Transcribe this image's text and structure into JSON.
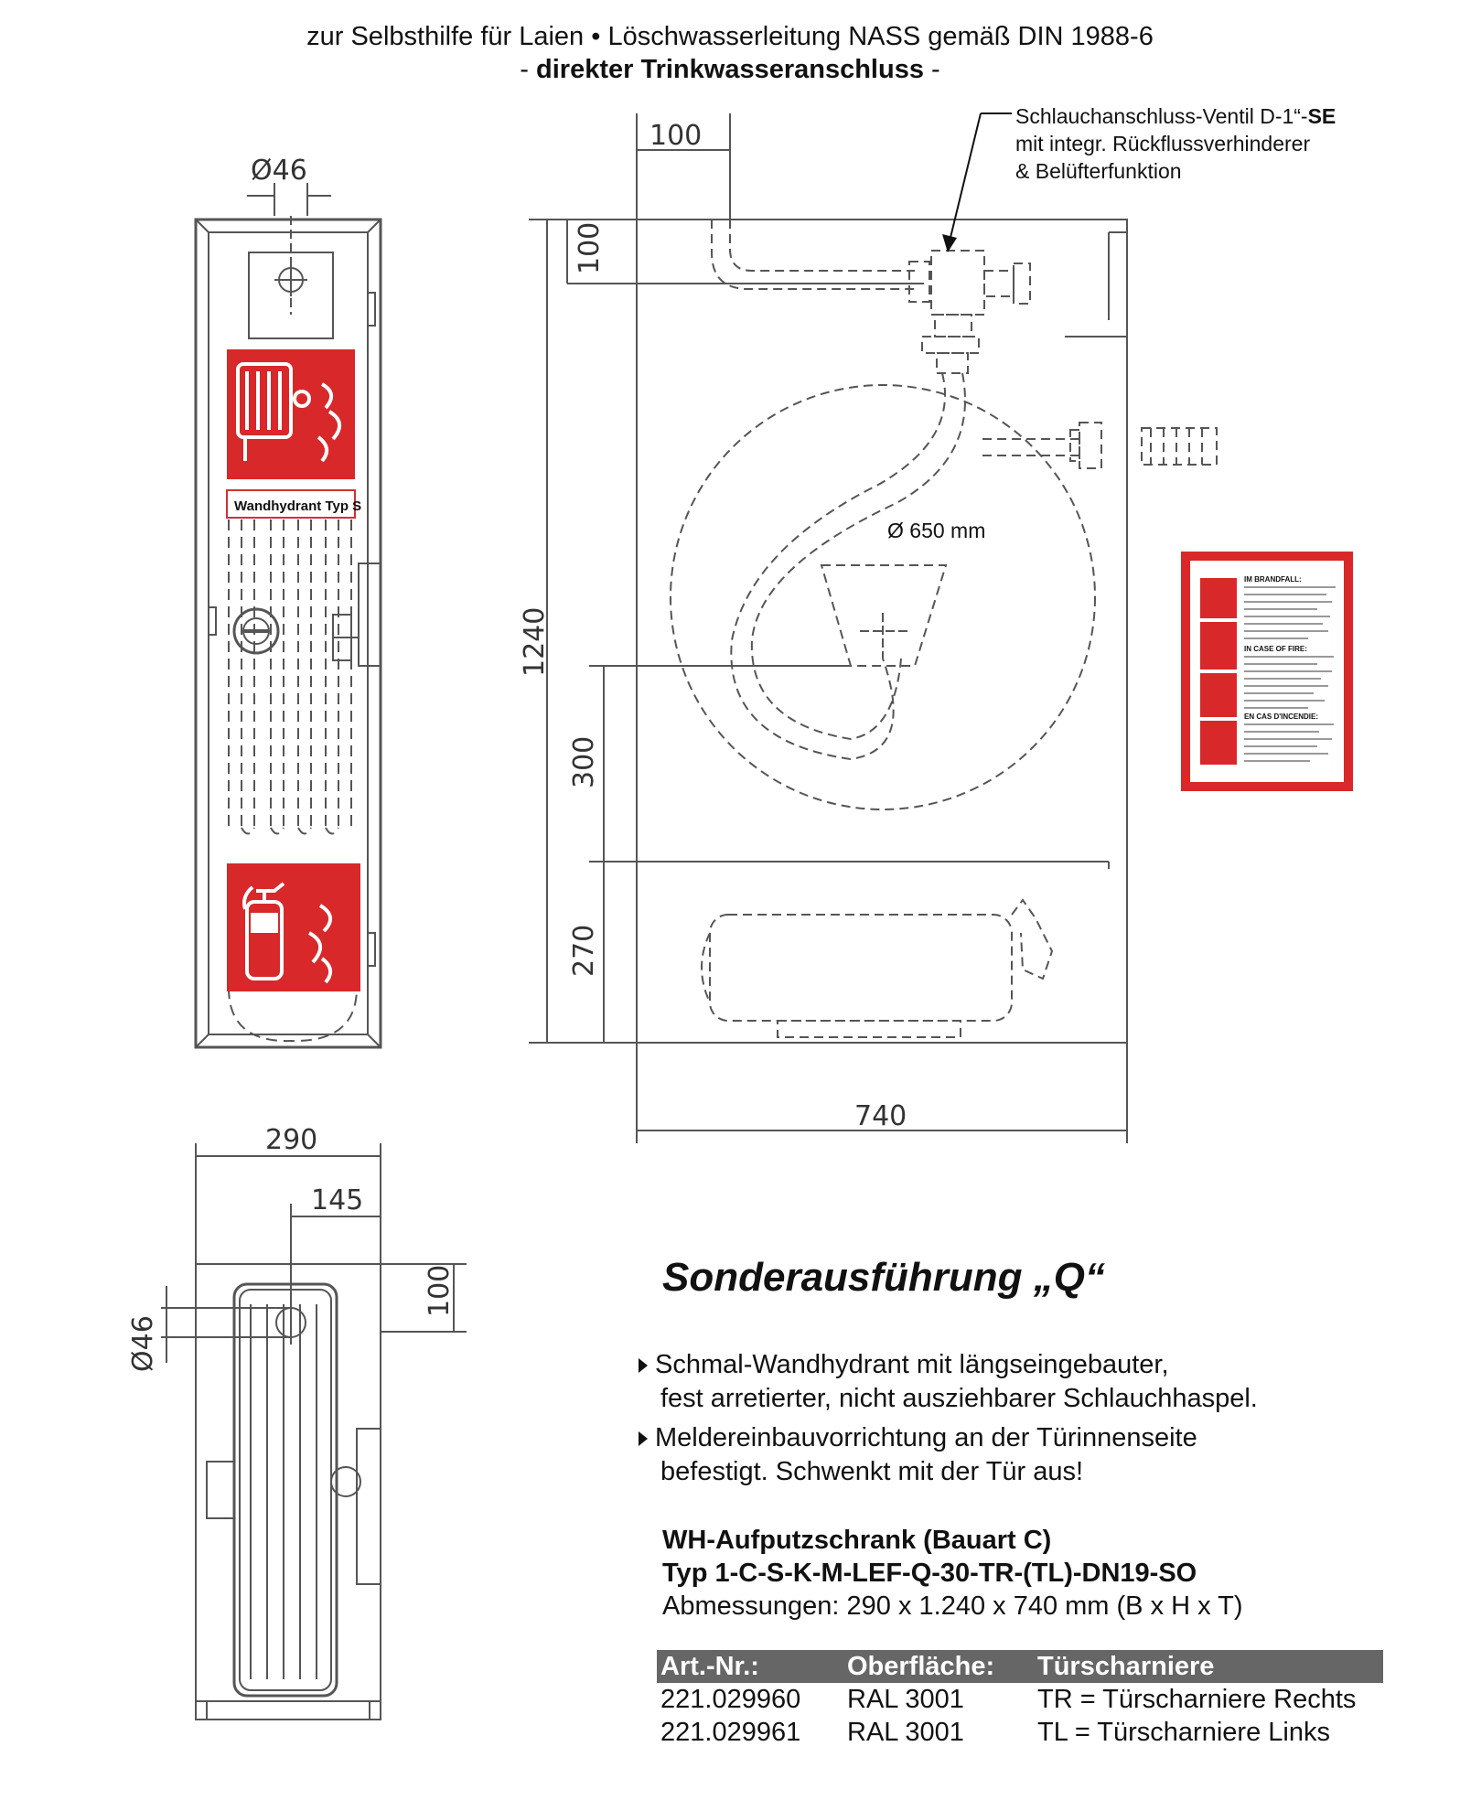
{
  "header": {
    "line1": "zur Selbsthilfe für Laien • Löschwasserleitung NASS gemäß DIN 1988-6",
    "line2_prefix": "- ",
    "line2_bold": "direkter Trinkwasseranschluss",
    "line2_suffix": " -"
  },
  "annotation": {
    "line1_prefix": "Schlauchanschluss-Ventil D-1“-",
    "line1_bold": "SE",
    "line2": "mit integr. Rückflussverhinderer",
    "line3": "& Belüfterfunktion"
  },
  "dimensions": {
    "d46_top": "Ø46",
    "front_100_top": "100",
    "front_100_left": "100",
    "front_1240": "1240",
    "front_300": "300",
    "front_270": "270",
    "front_740": "740",
    "diameter_650": "Ø 650 mm",
    "top_290": "290",
    "top_145": "145",
    "top_100": "100",
    "top_d46": "Ø46"
  },
  "cabinet_label": "Wandhydrant Typ S",
  "instruction_sign": {
    "h1": "IM BRANDFALL:",
    "h2": "IN CASE OF FIRE:",
    "h3": "EN CAS D'INCENDIE:"
  },
  "title": "Sonderausführung „Q“",
  "bullets": [
    {
      "line1": "Schmal-Wandhydrant mit längseingebauter,",
      "line2": "fest arretierter, nicht ausziehbarer Schlauchhaspel."
    },
    {
      "line1": "Meldereinbauvorrichtung an der Türinnenseite",
      "line2": "befestigt. Schwenkt mit der Tür aus!"
    }
  ],
  "spec": {
    "line1": "WH-Aufputzschrank (Bauart C)",
    "line2": "Typ 1-C-S-K-M-LEF-Q-30-TR-(TL)-DN19-SO",
    "line3": "Abmessungen:  290 x 1.240 x 740 mm (B x H x T)"
  },
  "table": {
    "headers": [
      "Art.-Nr.:",
      "Oberfläche:",
      "Türscharniere"
    ],
    "rows": [
      [
        "221.029960",
        "RAL 3001",
        "TR = Türscharniere Rechts"
      ],
      [
        "221.029961",
        "RAL 3001",
        "TL = Türscharniere Links"
      ]
    ]
  },
  "colors": {
    "sign_red": "#d8282a",
    "table_header_bg": "#666666",
    "line": "#555555"
  }
}
